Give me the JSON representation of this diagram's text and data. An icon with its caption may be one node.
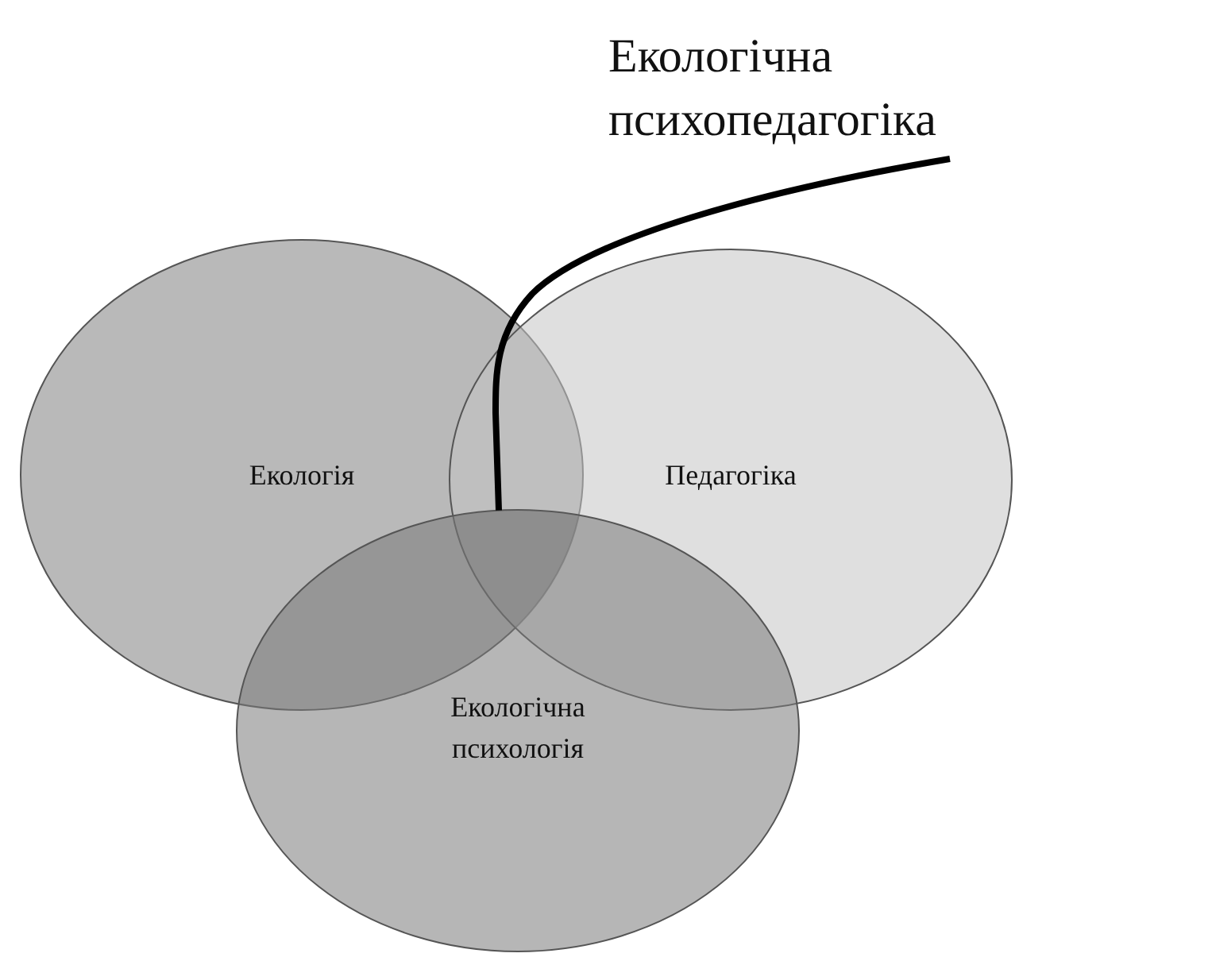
{
  "diagram": {
    "nodes": [
      {
        "text": [
          "Екологічна психопедагогіка"
        ]
      },
      {
        "text": [
          "Екологія"
        ]
      },
      {
        "text": [
          "Педагогіка"
        ]
      },
      {
        "text": [
          "Екологічна психологія"
        ]
      },
      {
        "text": [],
        "shape": "overlap"
      }
    ],
    "edges": [
      {
        "from": 0,
        "to": 4,
        "arrow": "none"
      }
    ]
  }
}
